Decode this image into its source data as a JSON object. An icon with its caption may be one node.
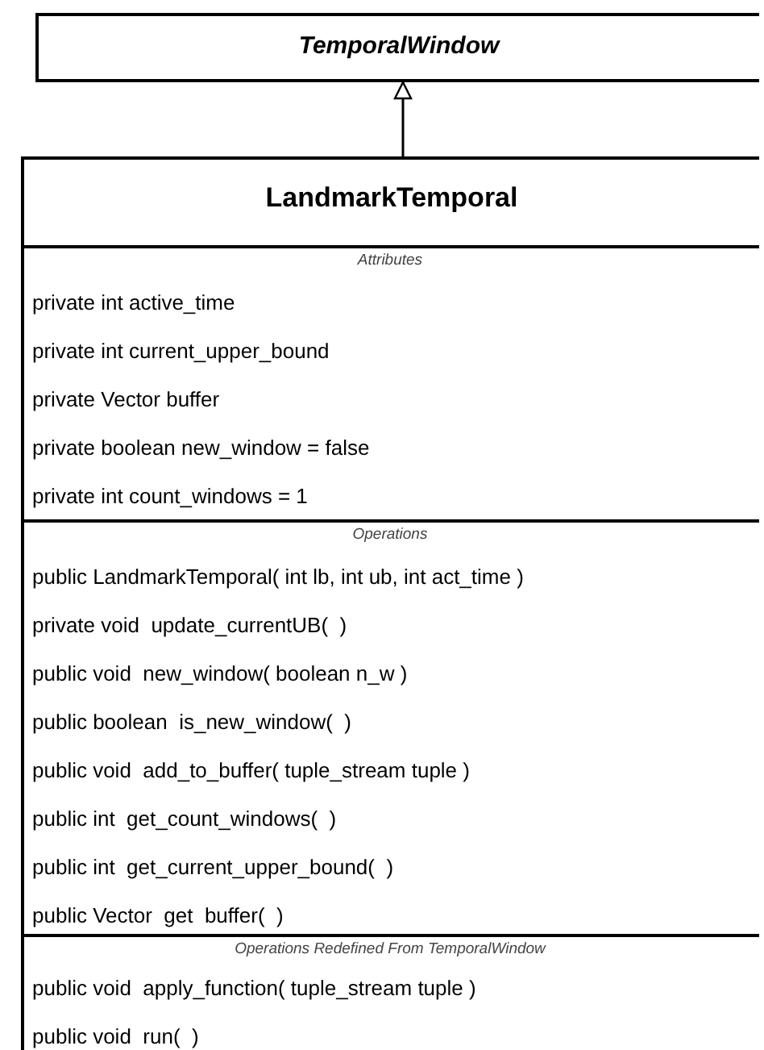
{
  "diagram": {
    "nodes": [
      {
        "text": [
          "TemporalWindow"
        ]
      },
      {
        "text": [
          "LandmarkTemporal"
        ]
      },
      {
        "text": [
          "Attributes",
          "private int active_time",
          "private int current_upper_bound",
          "private Vector buffer",
          "private boolean new_window = false",
          "private int count_windows = 1"
        ],
        "in": 1
      },
      {
        "text": [
          "Operations",
          "public LandmarkTemporal( int lb, int ub, int act_time )",
          "private void  update_currentUB(  )",
          "public void  new_window( boolean n_w )",
          "public boolean  is_new_window(  )",
          "public void  add_to_buffer( tuple_stream tuple )",
          "public int  get_count_windows(  )",
          "public int  get_current_upper_bound(  )",
          "public Vector  get  buffer(  )"
        ],
        "in": 1
      },
      {
        "text": [
          "Operations Redefined From TemporalWindow",
          "public void  apply_function( tuple_stream tuple )",
          "public void  run(  )"
        ],
        "in": 1
      }
    ],
    "edges": [
      {
        "from": 1,
        "to": 0,
        "arrow": "to"
      }
    ]
  }
}
